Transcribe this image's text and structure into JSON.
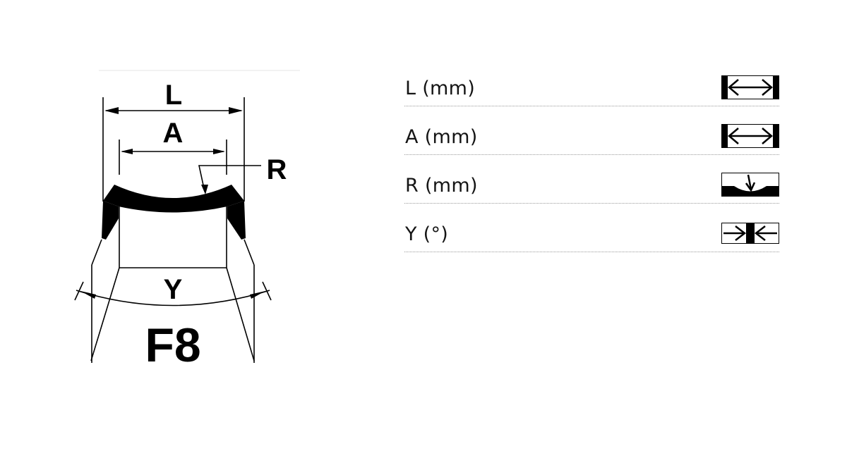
{
  "diagram": {
    "profile_name": "F8",
    "dimension_letters": {
      "L": "L",
      "A": "A",
      "R": "R",
      "Y": "Y"
    }
  },
  "specs": [
    {
      "label": "L (mm)",
      "icon": "width-arrows-icon"
    },
    {
      "label": "A (mm)",
      "icon": "width-arrows-icon"
    },
    {
      "label": "R (mm)",
      "icon": "radius-indicator-icon"
    },
    {
      "label": "Y (°)",
      "icon": "angle-arrows-icon"
    }
  ],
  "colors": {
    "ink": "#000000",
    "divider": "#9a9a9a",
    "background": "#ffffff"
  }
}
